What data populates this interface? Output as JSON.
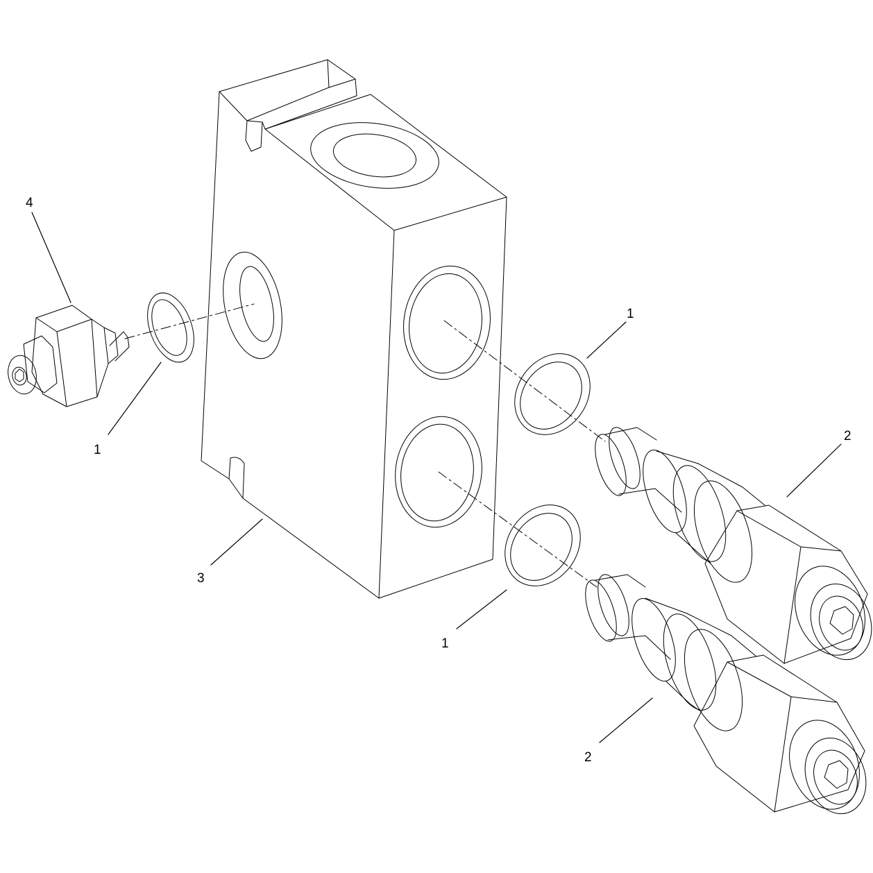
{
  "callouts": [
    {
      "id": "callout-4",
      "text": "4"
    },
    {
      "id": "callout-1-left",
      "text": "1"
    },
    {
      "id": "callout-1-upper-right",
      "text": "1"
    },
    {
      "id": "callout-1-lower",
      "text": "1"
    },
    {
      "id": "callout-2-upper",
      "text": "2"
    },
    {
      "id": "callout-2-lower",
      "text": "2"
    },
    {
      "id": "callout-3",
      "text": "3"
    }
  ],
  "colors": {
    "line": "#000000",
    "background": "#ffffff"
  }
}
